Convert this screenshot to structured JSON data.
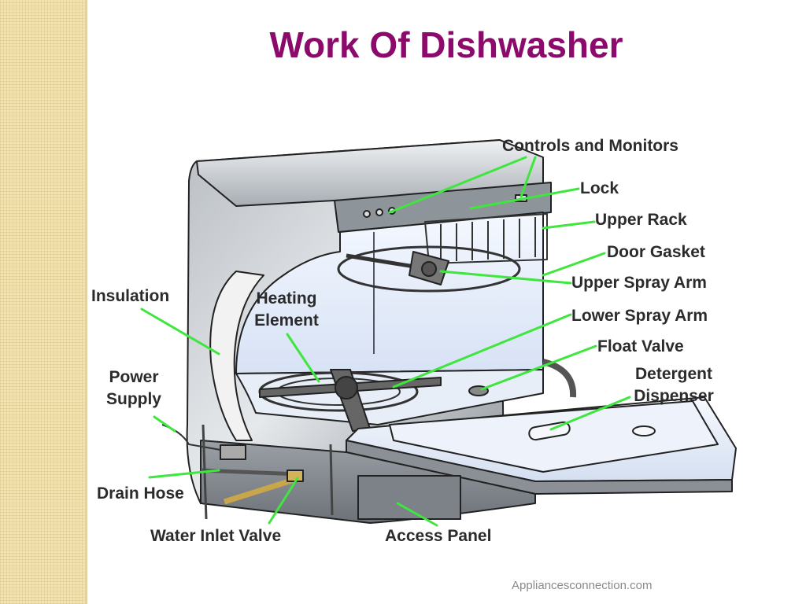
{
  "title": "Work Of Dishwasher",
  "labels": {
    "controls_and_monitors": "Controls and Monitors",
    "lock": "Lock",
    "upper_rack": "Upper Rack",
    "door_gasket": "Door Gasket",
    "upper_spray_arm": "Upper Spray Arm",
    "lower_spray_arm": "Lower Spray Arm",
    "float_valve": "Float Valve",
    "detergent_dispenser_line1": "Detergent",
    "detergent_dispenser_line2": "Dispenser",
    "insulation": "Insulation",
    "heating_element_line1": "Heating",
    "heating_element_line2": "Element",
    "power_supply_line1": "Power",
    "power_supply_line2": "Supply",
    "drain_hose": "Drain Hose",
    "water_inlet_valve": "Water Inlet Valve",
    "access_panel": "Access Panel"
  },
  "source": "Appliancesconnection.com",
  "colors": {
    "title": "#8b0a6b",
    "leader_lines": "#3ee63e",
    "label_text": "#2b2b2b",
    "band": "#f3e3b0"
  }
}
